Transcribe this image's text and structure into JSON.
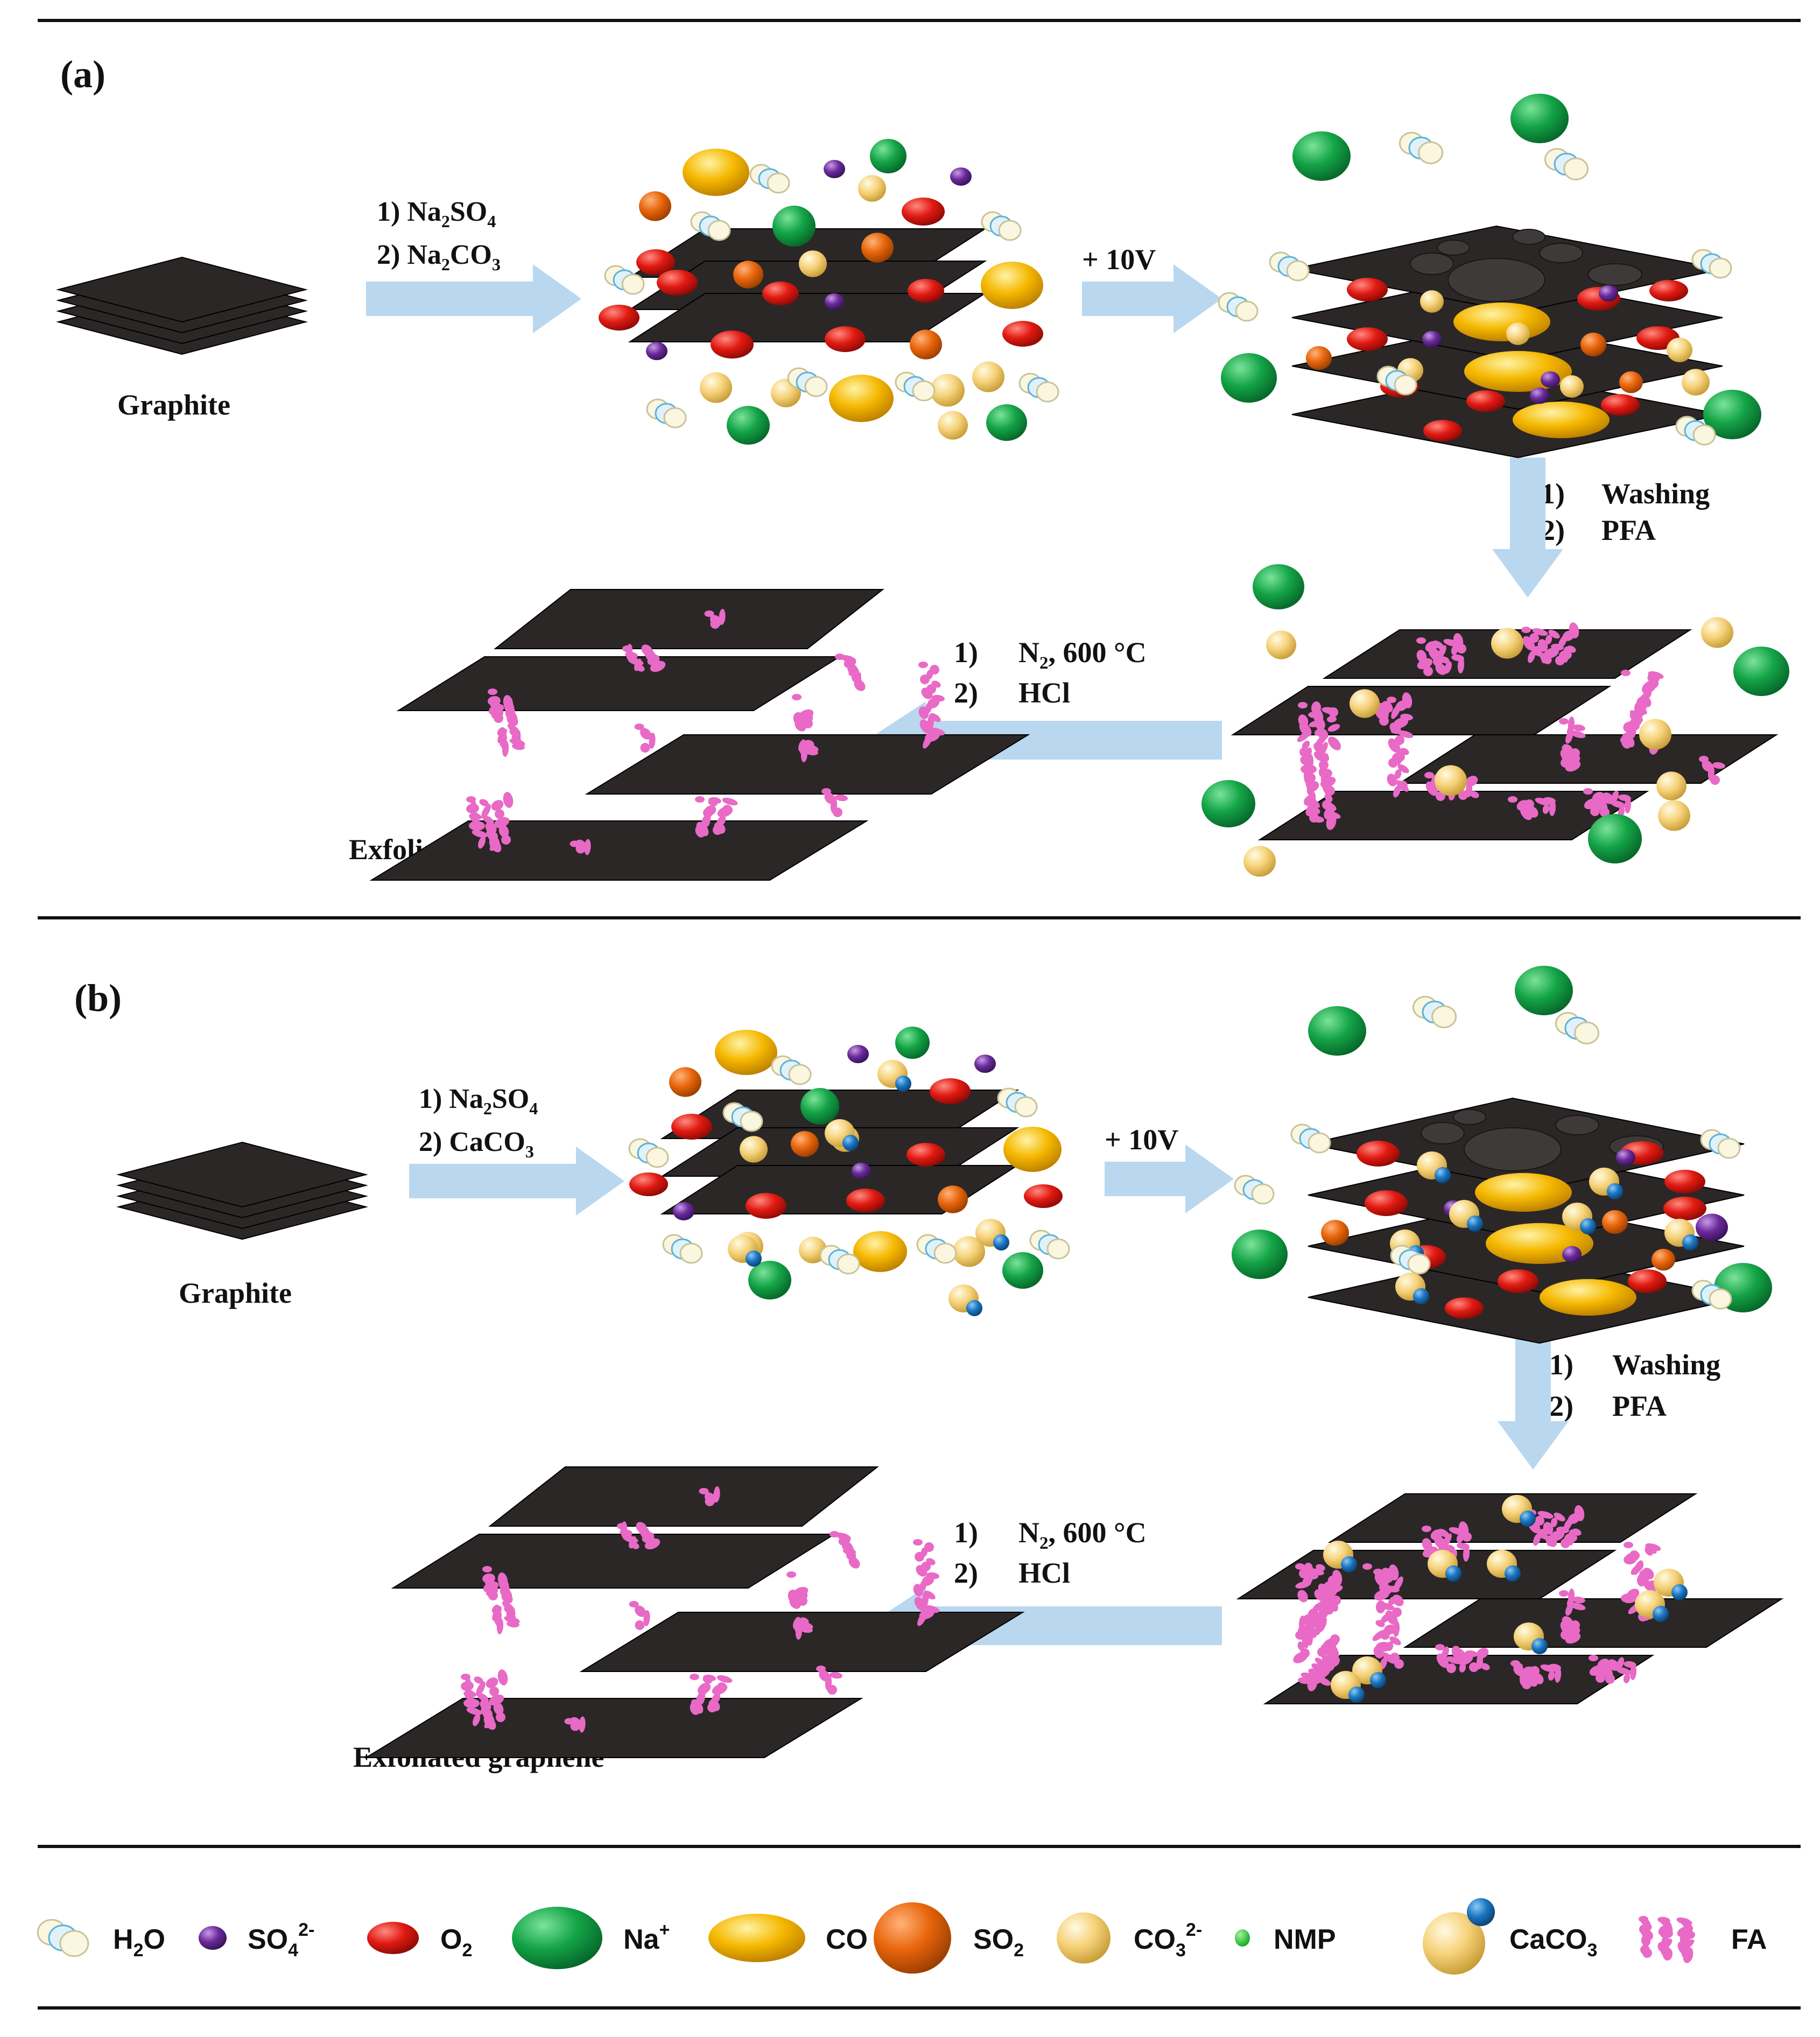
{
  "figure": {
    "panel_a": {
      "label": "(a)",
      "graphite_label": "Graphite",
      "step1": {
        "line1": {
          "num": "1) Na",
          "sub": "2",
          "rest": "SO",
          "sub2": "4"
        },
        "line2": {
          "num": "2) Na",
          "sub": "2",
          "rest": "CO",
          "sub2": "3"
        }
      },
      "voltage": "+ 10V",
      "step2": {
        "n1": "1)",
        "t1": "Washing",
        "n2": "2)",
        "t2": "PFA"
      },
      "step3": {
        "n1": "1)",
        "t1a": "N",
        "t1sub": "2",
        "t1b": ", 600 °C",
        "n2": "2)",
        "t2": "HCl"
      },
      "product_label": "Exfoliated graphene"
    },
    "panel_b": {
      "label": "(b)",
      "graphite_label": "Graphite",
      "step1": {
        "line1": {
          "num": "1) Na",
          "sub": "2",
          "rest": "SO",
          "sub2": "4"
        },
        "line2": {
          "num": "2) CaCO",
          "sub": "3",
          "rest": "",
          "sub2": ""
        }
      },
      "voltage": "+ 10V",
      "step2": {
        "n1": "1)",
        "t1": "Washing",
        "n2": "2)",
        "t2": "PFA"
      },
      "step3": {
        "n1": "1)",
        "t1a": "N",
        "t1sub": "2",
        "t1b": ", 600 °C",
        "n2": "2)",
        "t2": "HCl"
      },
      "product_label": "Exfoliated graphene"
    }
  },
  "legend": [
    {
      "icon": "water-molecule-icon",
      "main": "H",
      "sub": "2",
      "rest": "O",
      "sup": ""
    },
    {
      "icon": "sulfate-ion-icon",
      "main": "SO",
      "sub": "4",
      "rest": "",
      "sup": "2-"
    },
    {
      "icon": "oxygen-molecule-icon",
      "main": "O",
      "sub": "2",
      "rest": "",
      "sup": ""
    },
    {
      "icon": "sodium-ion-icon",
      "main": "Na",
      "sub": "",
      "rest": "",
      "sup": "+"
    },
    {
      "icon": "carbon-monoxide-icon",
      "main": "CO",
      "sub": "",
      "rest": "",
      "sup": ""
    },
    {
      "icon": "sulfur-dioxide-icon",
      "main": "SO",
      "sub": "2",
      "rest": "",
      "sup": ""
    },
    {
      "icon": "carbonate-ion-icon",
      "main": "CO",
      "sub": "3",
      "rest": "",
      "sup": "2-"
    },
    {
      "icon": "nmp-icon",
      "main": "NMP",
      "sub": "",
      "rest": "",
      "sup": ""
    },
    {
      "icon": "calcium-carbonate-icon",
      "main": "CaCO",
      "sub": "3",
      "rest": "",
      "sup": ""
    },
    {
      "icon": "furfuryl-alcohol-icon",
      "main": "FA",
      "sub": "",
      "rest": "",
      "sup": ""
    }
  ],
  "colors": {
    "sheet": "#2b2727",
    "sheet_edge": "#161212",
    "arrow": "#b9d7ef",
    "water": "#bfe4f5",
    "sulfate": "#6a2a9a",
    "oxygen": "#e11a12",
    "sodium": "#14a447",
    "co": "#f5b800",
    "so2": "#e8650a",
    "carbonate": "#f6d27a",
    "nmp": "#1fbf2a",
    "ca": "#1a76c2",
    "fa": "#e86ac6"
  }
}
